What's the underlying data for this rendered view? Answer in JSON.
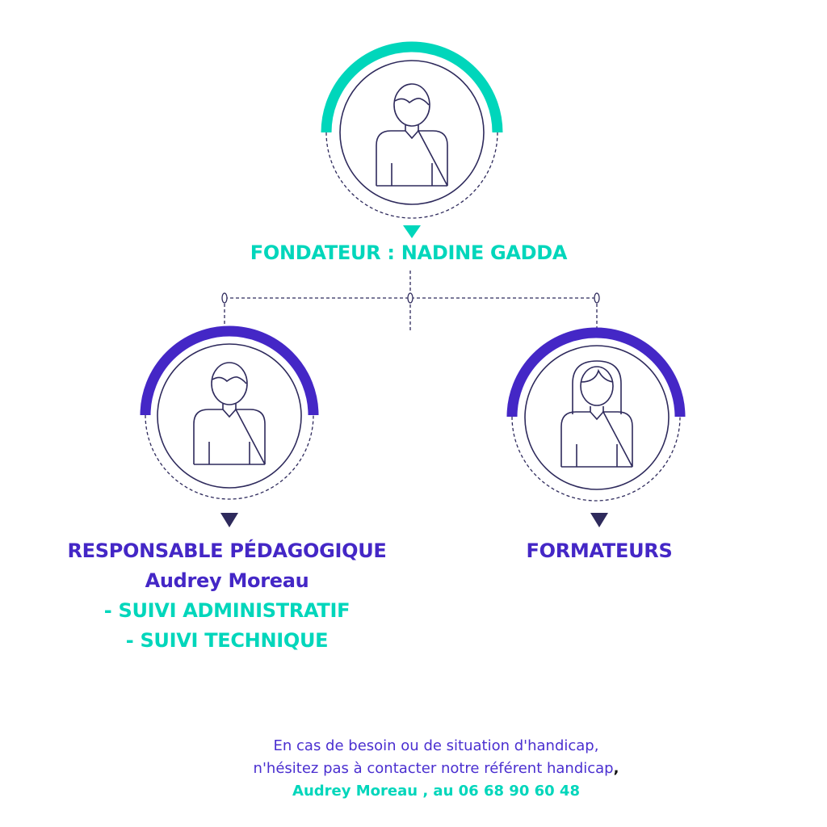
{
  "colors": {
    "teal": "#00d6bb",
    "purple": "#4427c6",
    "line": "#2e2a5c"
  },
  "founder": {
    "label": "FONDATEUR : NADINE GADDA",
    "icon": "male-person-icon"
  },
  "manager": {
    "title": "RESPONSABLE PÉDAGOGIQUE",
    "name": "Audrey Moreau",
    "duties": [
      "- SUIVI ADMINISTRATIF",
      "- SUIVI TECHNIQUE"
    ],
    "icon": "male-person-icon"
  },
  "trainers": {
    "title": "FORMATEURS",
    "icon": "female-person-icon"
  },
  "note": {
    "line1": "En cas de besoin ou de situation d'handicap,",
    "line2": "n'hésitez pas à contacter notre référent handicap",
    "comma": ",",
    "line3": "Audrey Moreau , au 06 68 90 60 48"
  }
}
